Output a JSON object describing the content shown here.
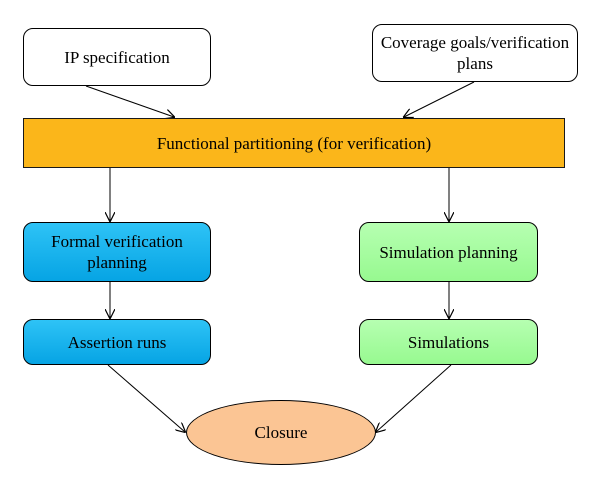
{
  "diagram": {
    "nodes": {
      "ip_specification": "IP specification",
      "coverage_goals": "Coverage goals/verification plans",
      "functional_partitioning": "Functional partitioning (for verification)",
      "formal_verification_planning": "Formal verification planning",
      "simulation_planning": "Simulation planning",
      "assertion_runs": "Assertion runs",
      "simulations": "Simulations",
      "closure": "Closure"
    },
    "edges": [
      {
        "from": "ip_specification",
        "to": "functional_partitioning"
      },
      {
        "from": "coverage_goals",
        "to": "functional_partitioning"
      },
      {
        "from": "functional_partitioning",
        "to": "formal_verification_planning"
      },
      {
        "from": "functional_partitioning",
        "to": "simulation_planning"
      },
      {
        "from": "formal_verification_planning",
        "to": "assertion_runs"
      },
      {
        "from": "simulation_planning",
        "to": "simulations"
      },
      {
        "from": "assertion_runs",
        "to": "closure"
      },
      {
        "from": "simulations",
        "to": "closure"
      }
    ],
    "colors": {
      "partition_box": "#fbb61a",
      "formal_branch": "#06a4e4",
      "simulation_branch": "#97f990",
      "closure": "#fbc594",
      "input_box": "#ffffff"
    }
  }
}
